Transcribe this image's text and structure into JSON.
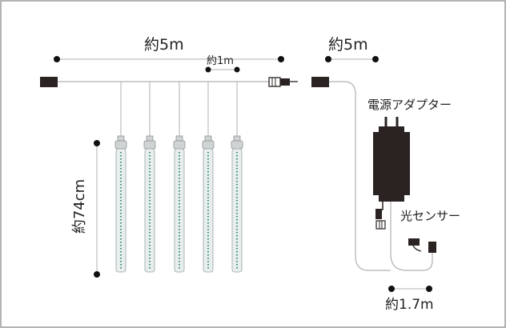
{
  "labels": {
    "total_length": "約5m",
    "tube_spacing": "約1m",
    "extension_length": "約5m",
    "tube_length": "約74cm",
    "adapter": "電源アダプター",
    "light_sensor": "光センサー",
    "sensor_cable": "約1.7m"
  },
  "tubes": [
    {
      "name": "tube-1"
    },
    {
      "name": "tube-2"
    },
    {
      "name": "tube-3"
    },
    {
      "name": "tube-4"
    },
    {
      "name": "tube-5"
    }
  ],
  "colors": {
    "line": "#b0b0b0",
    "dark": "#2a2321",
    "dot": "#111111",
    "tube_glass": "#e8eeee",
    "tube_led": "#3f8f7b",
    "tube_cap": "#cfd3d3",
    "frame": "#9a9a9a"
  }
}
